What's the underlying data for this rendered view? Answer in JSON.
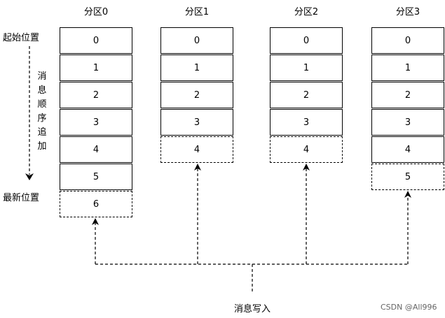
{
  "partitions": [
    {
      "title": "分区0",
      "cells": [
        "0",
        "1",
        "2",
        "3",
        "4",
        "5",
        "6"
      ],
      "solid_count": 6
    },
    {
      "title": "分区1",
      "cells": [
        "0",
        "1",
        "2",
        "3",
        "4"
      ],
      "solid_count": 4
    },
    {
      "title": "分区2",
      "cells": [
        "0",
        "1",
        "2",
        "3",
        "4"
      ],
      "solid_count": 4
    },
    {
      "title": "分区3",
      "cells": [
        "0",
        "1",
        "2",
        "3",
        "4",
        "5"
      ],
      "solid_count": 5
    }
  ],
  "labels": {
    "start_position": "起始位置",
    "latest_position": "最新位置",
    "append_vertical": [
      "消",
      "息",
      "顺",
      "序",
      "追",
      "加"
    ],
    "message_write": "消息写入"
  },
  "watermark": "CSDN @All996"
}
